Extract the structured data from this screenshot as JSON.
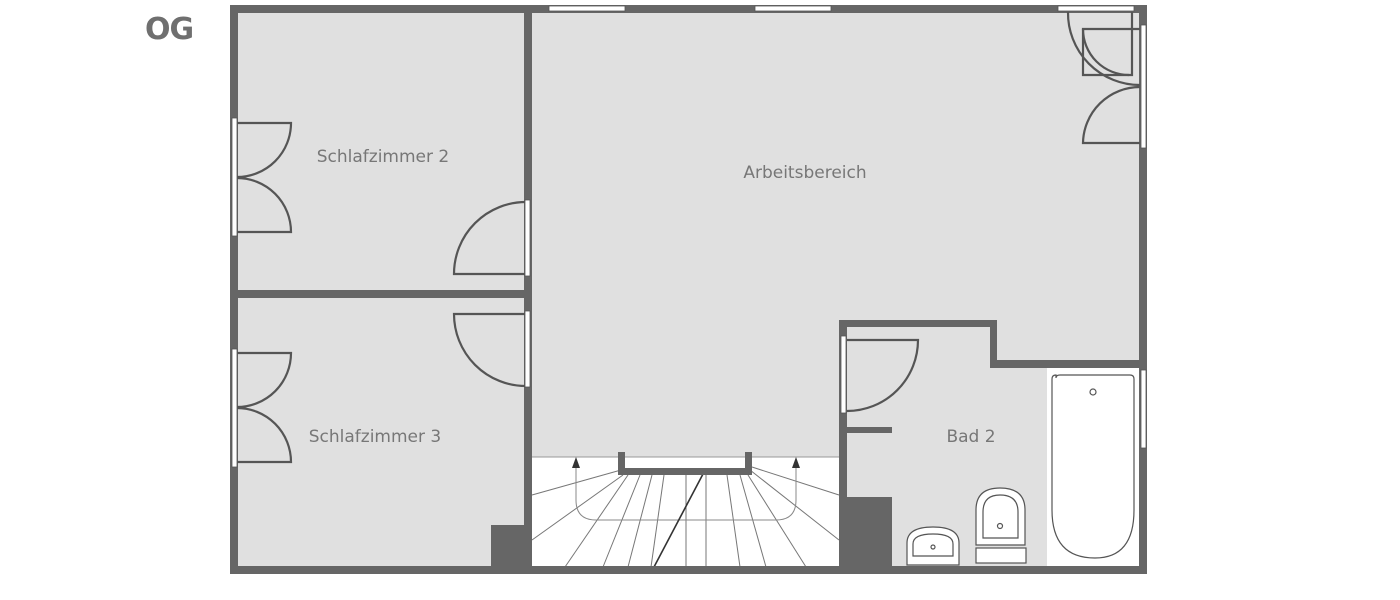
{
  "floor": {
    "label": "OG"
  },
  "rooms": [
    {
      "id": "schlafzimmer-2",
      "label": "Schlafzimmer 2"
    },
    {
      "id": "schlafzimmer-3",
      "label": "Schlafzimmer 3"
    },
    {
      "id": "arbeitsbereich",
      "label": "Arbeitsbereich"
    },
    {
      "id": "bad-2",
      "label": "Bad 2"
    }
  ],
  "colors": {
    "wall": "#666666",
    "floor": "#e0e0e0",
    "line": "#555555",
    "window": "#ffffff",
    "label": "#777777"
  }
}
